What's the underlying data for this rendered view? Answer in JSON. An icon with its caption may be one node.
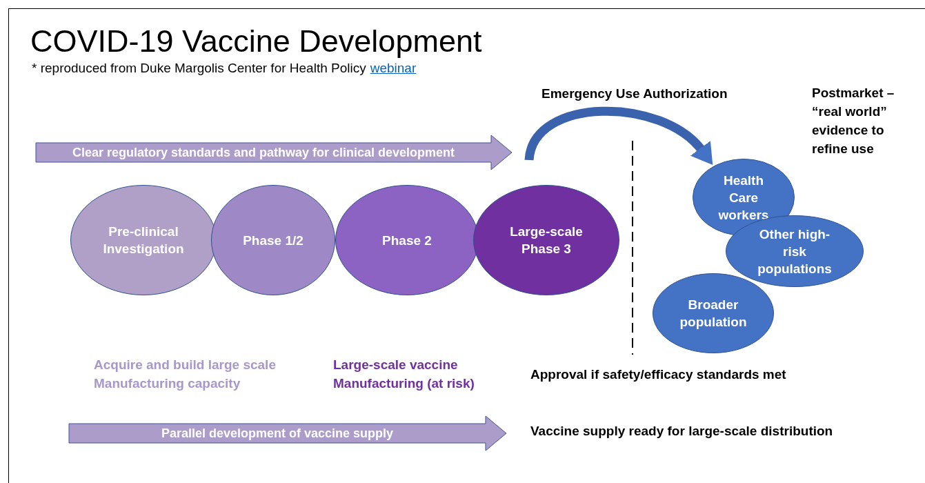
{
  "diagram": {
    "title": "COVID-19 Vaccine Development",
    "caption": "* reproduced from Duke Margolis Center for Health Policy",
    "nodes": [
      {
        "text": [
          "Clear regulatory standards and pathway for clinical development"
        ]
      },
      {
        "text": [
          "Pre-clinical Investigation"
        ]
      },
      {
        "text": [
          "Phase 1/2"
        ]
      },
      {
        "text": [
          "Phase 2"
        ]
      },
      {
        "text": [
          "Large-scale Phase 3"
        ]
      },
      {
        "text": [
          "Health Care workers"
        ]
      },
      {
        "text": [
          "Other high-risk populations"
        ]
      },
      {
        "text": [
          "Broader population"
        ]
      },
      {
        "text": [
          "Parallel development of vaccine supply"
        ]
      }
    ],
    "edges": [
      {
        "from": null,
        "to": 5,
        "arrow": "to",
        "label": "Emergency Use Authorization"
      }
    ],
    "labels": [
      "webinar",
      "Postmarket – “real world” evidence to refine use",
      "Acquire and build large scale Manufacturing capacity",
      "Large-scale vaccine Manufacturing (at risk)",
      "Approval if safety/efficacy standards met",
      "Vaccine supply ready for large-scale distribution"
    ]
  }
}
